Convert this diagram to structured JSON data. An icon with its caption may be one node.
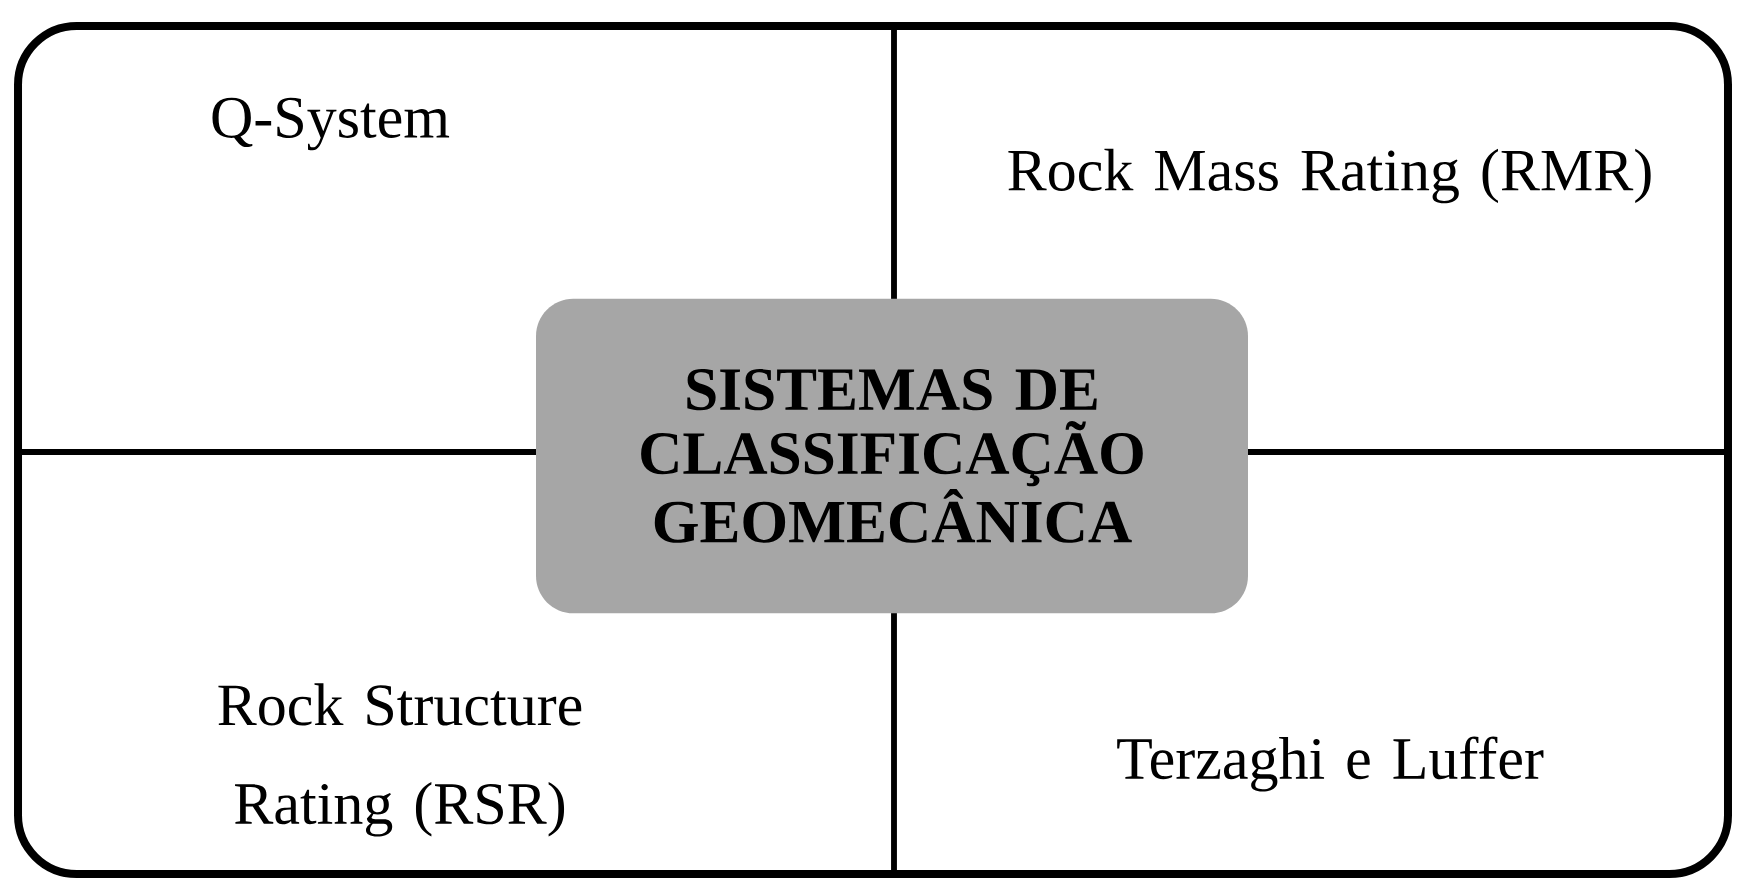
{
  "diagram": {
    "nodes": [
      {
        "text": [
          "Q-System"
        ]
      },
      {
        "text": [
          "Rock Mass Rating (RMR)"
        ]
      },
      {
        "text": [
          "Rock Structure Rating (RSR)"
        ]
      },
      {
        "text": [
          "Terzaghi e Luffer"
        ]
      },
      {
        "text": [
          "SISTEMAS DE CLASSIFICAÇÃO GEOMECÂNICA"
        ]
      }
    ]
  }
}
